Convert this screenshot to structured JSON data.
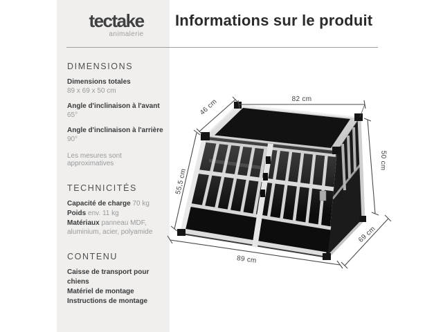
{
  "brand": {
    "name": "tectake",
    "tagline": "animalerie"
  },
  "page_title": "Informations sur le produit",
  "sidebar": {
    "dimensions": {
      "heading": "DIMENSIONS",
      "items": [
        {
          "label": "Dimensions totales",
          "value": "89 x 69 x 50 cm"
        },
        {
          "label": "Angle d'inclinaison à l'avant",
          "value": "65°"
        },
        {
          "label": "Angle d'inclinaison à l'arrière",
          "value": "90°"
        }
      ],
      "note": "Les mesures sont approximatives"
    },
    "technical": {
      "heading": "TECHNICITÉS",
      "items": [
        {
          "label": "Capacité de charge",
          "value": "70 kg"
        },
        {
          "label": "Poids",
          "value": "env. 11 kg"
        },
        {
          "label": "Matériaux",
          "value": "panneau MDF, aluminium, acier, polyamide"
        }
      ]
    },
    "contents": {
      "heading": "CONTENU",
      "lines": [
        "Caisse de transport pour chiens",
        "Matériel de montage",
        "Instructions de montage"
      ]
    }
  },
  "diagram": {
    "labels": {
      "top_width": "82 cm",
      "top_depth": "46 cm",
      "back_height": "50 cm",
      "front_height": "55,5 cm",
      "base_width": "89 cm",
      "base_depth": "69 cm"
    }
  },
  "colors": {
    "sidebar_bg": "#f0efee",
    "ink_dark": "#3a3a3a",
    "ink_gray": "#9a9a9a",
    "divider": "#9e9e9e",
    "crate_black": "#121212",
    "crate_alu": "#d6d6d6"
  }
}
